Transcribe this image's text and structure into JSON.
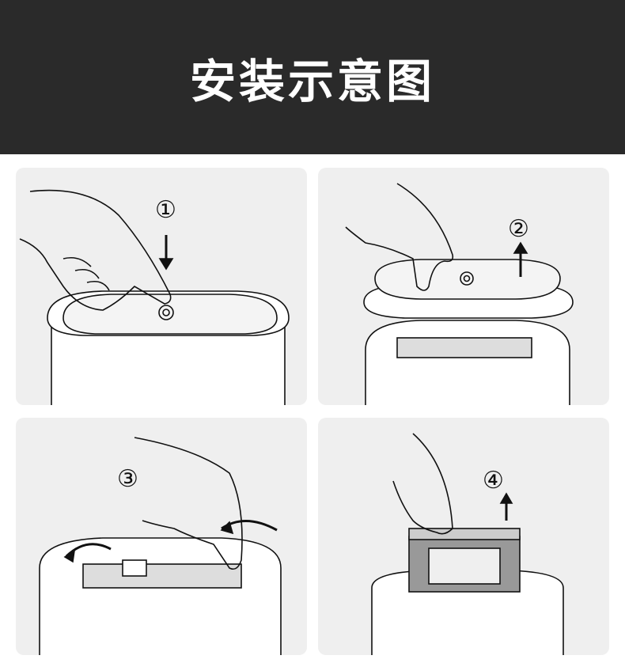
{
  "header": {
    "title": "安装示意图"
  },
  "steps": [
    {
      "label": "①",
      "arrow": "down"
    },
    {
      "label": "②",
      "arrow": "up"
    },
    {
      "label": "③",
      "arrow": "rotate"
    },
    {
      "label": "④",
      "arrow": "up"
    }
  ]
}
